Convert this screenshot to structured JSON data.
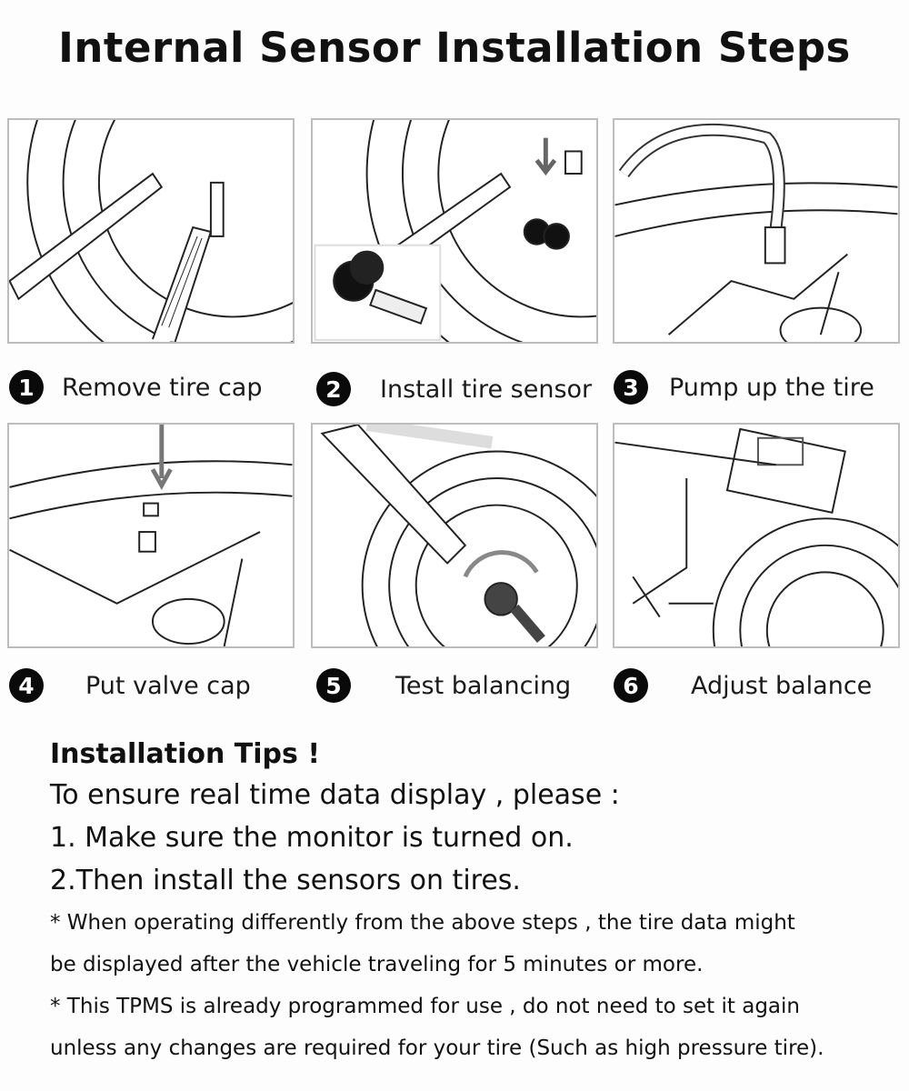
{
  "title": "Internal Sensor Installation Steps",
  "steps": [
    {
      "number": "1",
      "label": "Remove tire cap"
    },
    {
      "number": "2",
      "label": "Install tire sensor"
    },
    {
      "number": "3",
      "label": "Pump up the tire"
    },
    {
      "number": "4",
      "label": "Put valve cap"
    },
    {
      "number": "5",
      "label": "Test balancing"
    },
    {
      "number": "6",
      "label": "Adjust balance"
    }
  ],
  "tips": {
    "heading": "Installation Tips !",
    "lines": [
      "To ensure real time data display , please :",
      "1. Make sure the monitor is turned on.",
      "2.Then install the sensors on tires."
    ],
    "notes": [
      "* When operating differently from the above steps , the tire data might",
      "be displayed after the vehicle traveling for 5 minutes or more.",
      "* This TPMS is already programmed for use , do not need to set it again",
      "unless any changes are required for your tire (Such as high pressure tire)."
    ]
  }
}
